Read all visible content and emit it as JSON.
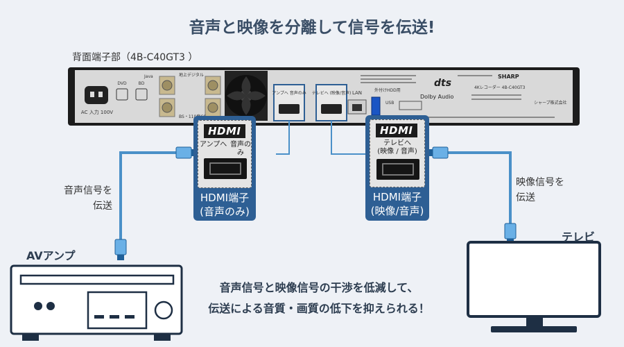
{
  "title": "音声と映像を分離して信号を伝送!",
  "caption": "背面端子部（4B-C40GT3 ）",
  "back_panel": {
    "ac_label": "AC 入力 100V",
    "dvd_label": "DVD",
    "bd_label": "BD",
    "lan_label": "LAN",
    "usb_label": "USB",
    "usb_hdd_label": "外付けHDD用",
    "bs_label": "BS・110度CS",
    "digital_label": "地上デジタル",
    "hdmi_audio_small": "アンプへ 音声のみ",
    "hdmi_tv_small": "テレビへ (映像/音声)",
    "brand": "SHARP",
    "dts": "dts",
    "dolby": "Dolby Audio",
    "model_small": "4Kレコーダー 4B-C40GT3",
    "sharp_jp": "シャープ株式会社",
    "java": "Java"
  },
  "hdmi_audio_card": {
    "logo": "HDMI",
    "port_text_left": "アンプへ",
    "port_text_right": "音声のみ",
    "label_line1": "HDMI端子",
    "label_line2": "(音声のみ)"
  },
  "hdmi_tv_card": {
    "logo": "HDMI",
    "port_text_line1": "テレビへ",
    "port_text_line2": "(映像 / 音声)",
    "label_line1": "HDMI端子",
    "label_line2": "(映像/音声)"
  },
  "audio_signal_label": {
    "line1": "音声信号を",
    "line2": "伝送"
  },
  "video_signal_label": {
    "line1": "映像信号を",
    "line2": "伝送"
  },
  "av_amp_label": "AVアンプ",
  "tv_label": "テレビ",
  "bottom_note": {
    "line1": "音声信号と映像信号の干渉を低減して、",
    "line2": "伝送による音質・画質の低下を抑えられる！"
  },
  "colors": {
    "background": "#eef1f6",
    "card_blue": "#2e5f94",
    "cable_blue": "#4a90c8",
    "panel": "#d9d9d9",
    "device_dark": "#1e2f44"
  }
}
